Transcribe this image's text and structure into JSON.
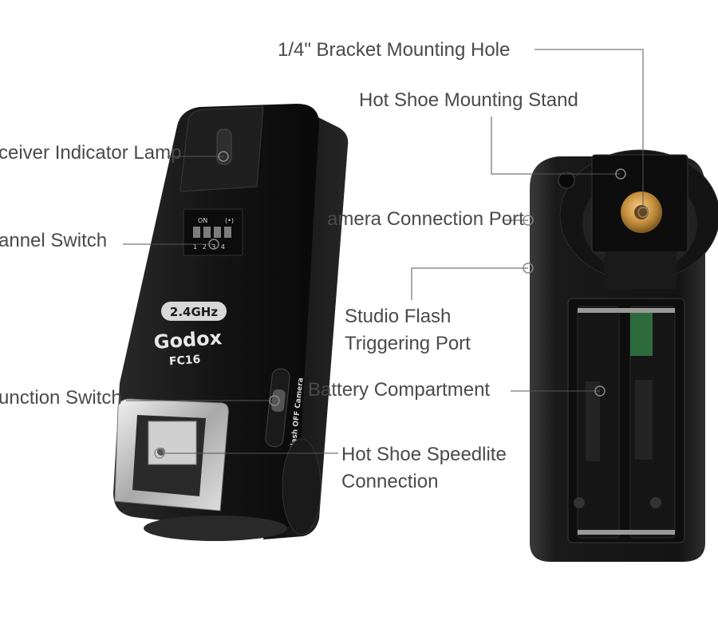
{
  "device": {
    "badge": "2.4GHz",
    "brand": "Godox",
    "model": "FC16",
    "dip_on": "ON",
    "dip_numbers": "1 2 3 4",
    "side_switch": "Flash OFF Camera"
  },
  "labels": {
    "mounting_hole": "1/4\" Bracket Mounting Hole",
    "hot_shoe_stand": "Hot Shoe Mounting Stand",
    "indicator_lamp": "ceiver Indicator Lamp",
    "camera_port": "amera Connection Port",
    "channel_switch": "annel Switch",
    "studio_flash_1": "Studio Flash",
    "studio_flash_2": "Triggering Port",
    "battery": "Battery Compartment",
    "function_switch": "unction Switch",
    "speedlite_1": "Hot Shoe Speedlite",
    "speedlite_2": "Connection"
  }
}
